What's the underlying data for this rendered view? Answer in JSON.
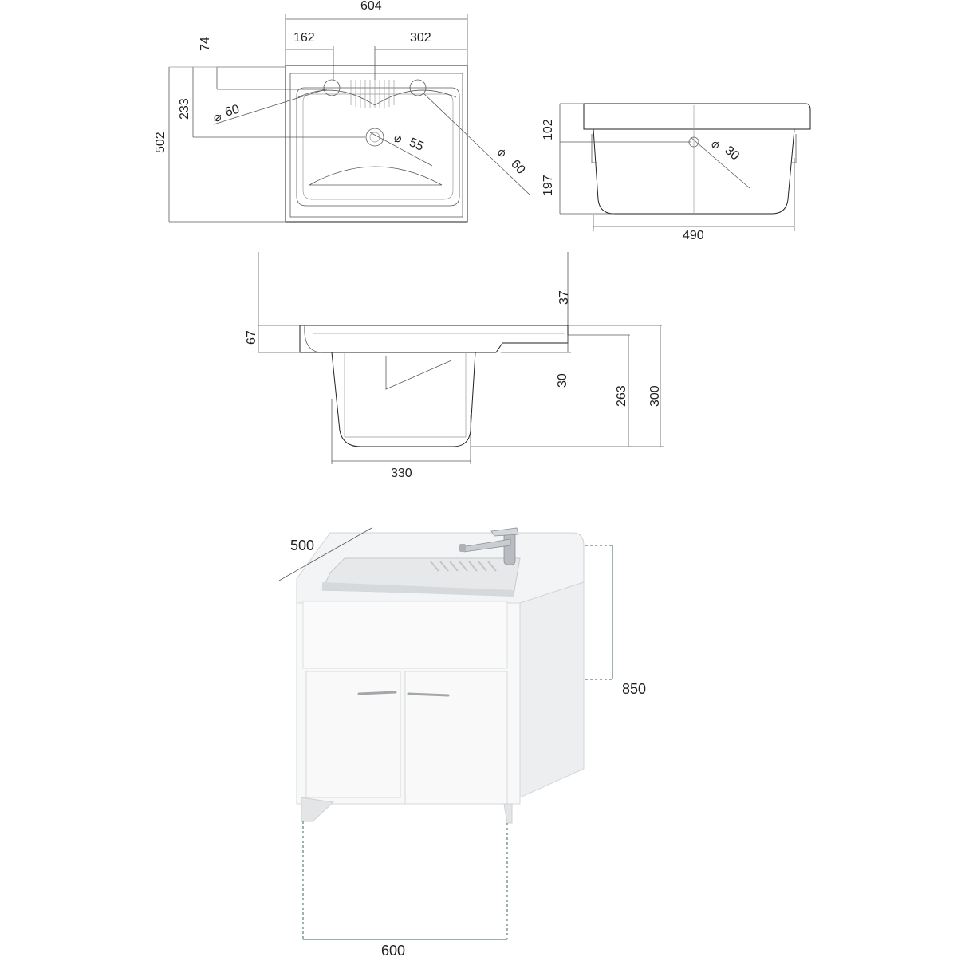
{
  "top_view": {
    "overall_width": "604",
    "left_hole_offset": "162",
    "right_span": "302",
    "top_offset": "74",
    "hole_height": "233",
    "overall_depth": "502",
    "left_hole_diameter": "60",
    "drain_diameter": "55",
    "right_hole_diameter": "60"
  },
  "side_view": {
    "rim_height": "102",
    "basin_height": "197",
    "drain_diameter": "30",
    "depth": "490"
  },
  "front_view": {
    "rim_top": "37",
    "rim_height": "67",
    "step": "30",
    "basin_depth": "263",
    "total_height": "300",
    "basin_width": "330"
  },
  "cabinet": {
    "depth": "500",
    "height": "850",
    "width": "600"
  },
  "colors": {
    "line": "#231f20",
    "dimension_accent": "#5a7f7f"
  }
}
